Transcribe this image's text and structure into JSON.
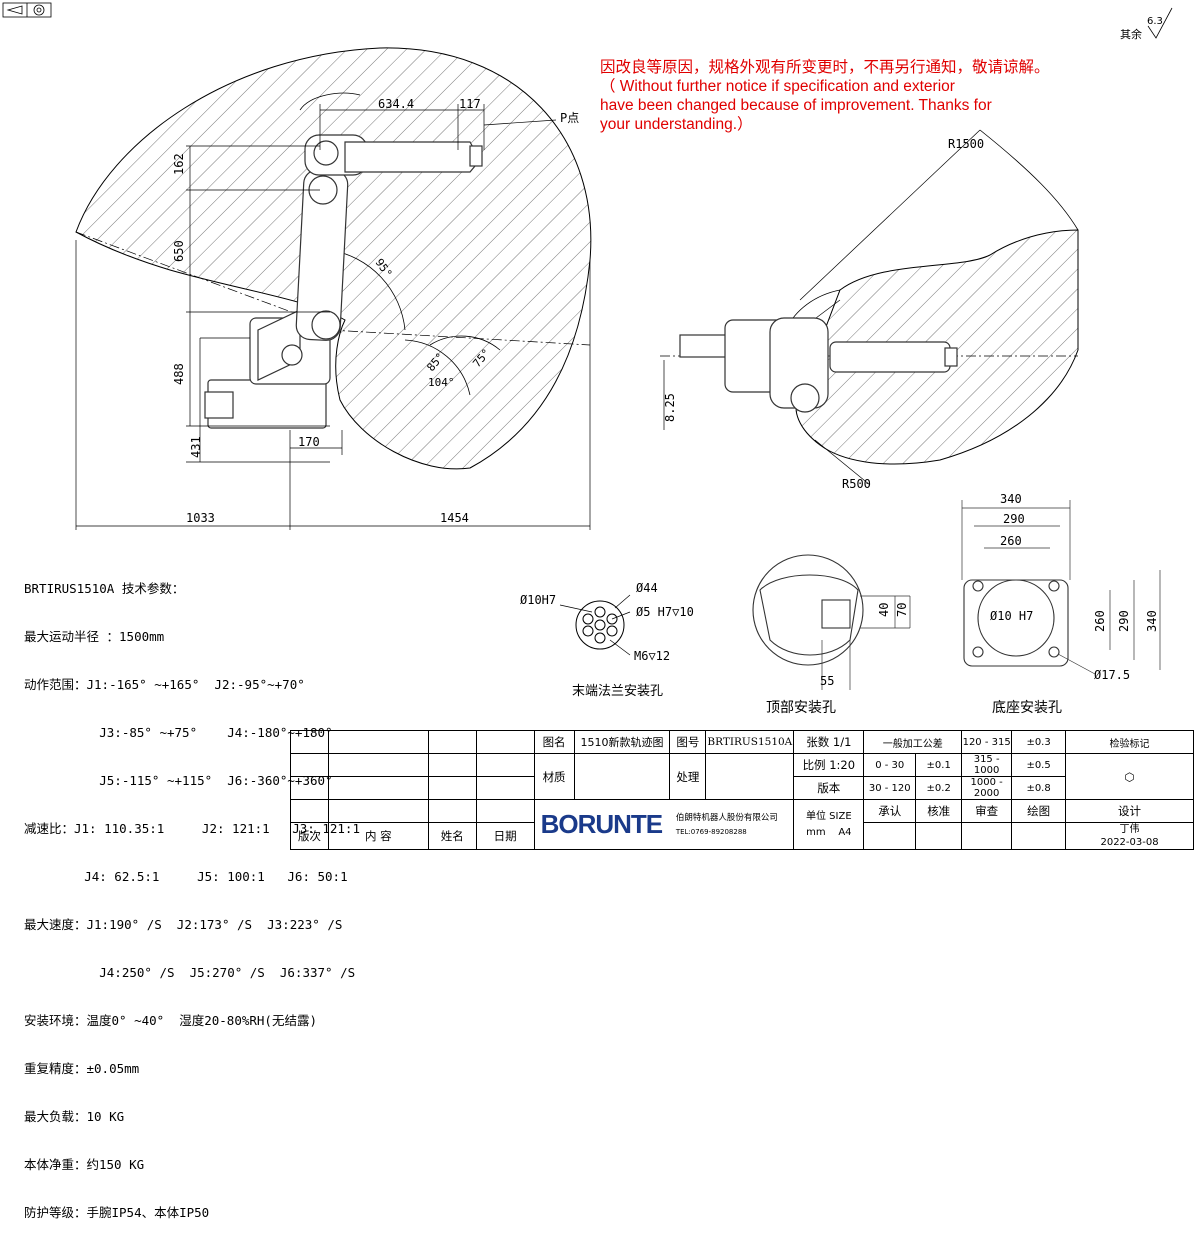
{
  "corner": {
    "left_symbol": "⊲ ⊕",
    "roughness_value": "6.3",
    "roughness_other": "其余"
  },
  "notice": {
    "cn": "因改良等原因，规格外观有所变更时，不再另行通知，敬请谅解。",
    "en_1": "（ Without further notice if specification and exterior",
    "en_2": "have been changed because of improvement. Thanks for",
    "en_3": "your understanding.）"
  },
  "side_view": {
    "dims": {
      "d634": "634.4",
      "d117": "117",
      "d162": "162",
      "d650": "650",
      "d488": "488",
      "d431": "431",
      "d170": "170",
      "d1033": "1033",
      "d1454": "1454"
    },
    "angles": {
      "a95": "95°",
      "a85": "85°",
      "a75": "75°",
      "a104": "104°"
    },
    "p_point": "P点"
  },
  "top_view": {
    "r1500": "R1500",
    "r500": "R500",
    "d825": "8.25"
  },
  "flange": {
    "d10h7": "Ø10H7",
    "d44": "Ø44",
    "d5h7": "Ø5 H7▽10",
    "m6": "M6▽12",
    "caption": "末端法兰安装孔"
  },
  "top_mount": {
    "d40": "40",
    "d70": "70",
    "d55": "55",
    "caption": "顶部安装孔"
  },
  "base_mount": {
    "d340t": "340",
    "d290t": "290",
    "d260t": "260",
    "d10h7": "Ø10 H7",
    "d260s": "260",
    "d290s": "290",
    "d340s": "340",
    "d175": "Ø17.5",
    "caption": "底座安装孔"
  },
  "specs": [
    "BRTIRUS1510A 技术参数：",
    "最大运动半径 ：1500mm",
    "动作范围：J1:-165° ~+165°  J2:-95°~+70°",
    "          J3:-85° ~+75°    J4:-180°~+180°",
    "          J5:-115° ~+115°  J6:-360°~+360°",
    "减速比：J1: 110.35:1     J2: 121:1   J3: 121:1",
    "        J4: 62.5:1     J5: 100:1   J6: 50:1",
    "最大速度：J1:190° /S  J2:173° /S  J3:223° /S",
    "          J4:250° /S  J5:270° /S  J6:337° /S",
    "安装环境：温度0° ~40°  湿度20-80%RH(无结露)",
    "重复精度：±0.05mm",
    "最大负载：10 KG",
    "本体净重：约150 KG",
    "防护等级：手腕IP54、本体IP50"
  ],
  "title_block": {
    "rev_headers": [
      "版次",
      "内 容",
      "姓名",
      "日期"
    ],
    "name_label": "图名",
    "name_value": "1510新款轨迹图",
    "number_label": "图号",
    "number_value": "BRTIRUS1510A",
    "material_label": "材质",
    "process_label": "处理",
    "sheets_label": "张数",
    "sheets_value": "1/1",
    "scale_label": "比例",
    "scale_value": "1:20",
    "version_label": "版本",
    "unit_label": "单位",
    "unit_value": "mm",
    "size_label": "SIZE",
    "size_value": "A4",
    "tol_title": "一般加工公差",
    "tol_rows": [
      [
        "0 - 30",
        "±0.1",
        "315 - 1000",
        "±0.5"
      ],
      [
        "30 - 120",
        "±0.2",
        "1000 - 2000",
        "±0.8"
      ]
    ],
    "tol_top": [
      "120 - 315",
      "±0.3"
    ],
    "inspect_label": "检验标记",
    "roles": [
      "承认",
      "核准",
      "审查",
      "绘图",
      "设计"
    ],
    "designer": "丁伟",
    "date": "2022-03-08",
    "logo": "BORUNTE",
    "company": "伯朗特机器人股份有限公司",
    "tel": "TEL:0769-89208288"
  }
}
